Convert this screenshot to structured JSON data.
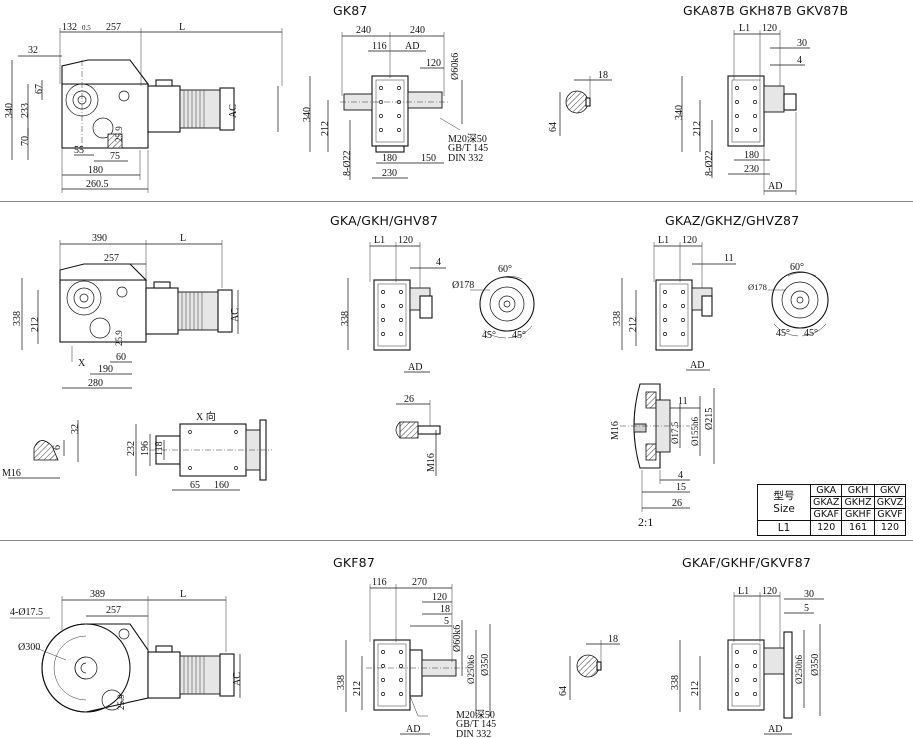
{
  "titles": {
    "gk87": "GK87",
    "gka87b": "GKA87B GKH87B GKV87B",
    "gka_gkh": "GKA/GKH/GHV87",
    "gkaz": "GKAZ/GKHZ/GHVZ87",
    "gkf87": "GKF87",
    "gkaf": "GKAF/GKHF/GKVF87"
  },
  "dims": {
    "d132": "132",
    "d05": "0.5",
    "d257": "257",
    "dL": "L",
    "d32": "32",
    "d67": "67",
    "d340": "340",
    "d233": "233",
    "d70": "70",
    "dAC": "AC",
    "d55": "55",
    "d75": "75",
    "d180": "180",
    "d2605": "260.5",
    "d259": "25.9",
    "d240": "240",
    "d116": "116",
    "dAD": "AD",
    "d120": "120",
    "d60k6": "Ø60k6",
    "d212": "212",
    "d8022": "8-Ø22",
    "d150": "150",
    "d230": "230",
    "m20": "M20深50",
    "gbt": "GB/T 145",
    "din": "DIN 332",
    "d18": "18",
    "d64": "64",
    "dL1": "L1",
    "d30": "30",
    "d4": "4",
    "d390": "390",
    "d338": "338",
    "d60": "60",
    "d190": "190",
    "d280": "280",
    "dX": "X",
    "d178": "Ø178",
    "d60deg": "60°",
    "d45deg": "45°",
    "d11": "11",
    "d26": "26",
    "dM16": "M16",
    "d6": "6",
    "d196": "196",
    "d118": "118",
    "d232": "232",
    "d65": "65",
    "d160": "160",
    "xdir": "X 向",
    "d175": "Ø17.5",
    "d155": "Ø155h6",
    "d215": "Ø215",
    "d15": "15",
    "scale": "2:1",
    "d389": "389",
    "d417": "4-Ø17.5",
    "d300": "Ø300",
    "d270": "270",
    "d250k6": "Ø250k6",
    "d350": "Ø350",
    "d5": "5",
    "d250h6": "Ø250h6"
  },
  "size_table": {
    "header_cn": "型号",
    "header_en": "Size",
    "row_label": "L1",
    "cols": [
      {
        "r1": "GKA",
        "r2": "GKAZ",
        "r3": "GKAF",
        "l1": "120"
      },
      {
        "r1": "GKH",
        "r2": "GKHZ",
        "r3": "GKHF",
        "l1": "161"
      },
      {
        "r1": "GKV",
        "r2": "GKVZ",
        "r3": "GKVF",
        "l1": "120"
      }
    ]
  }
}
